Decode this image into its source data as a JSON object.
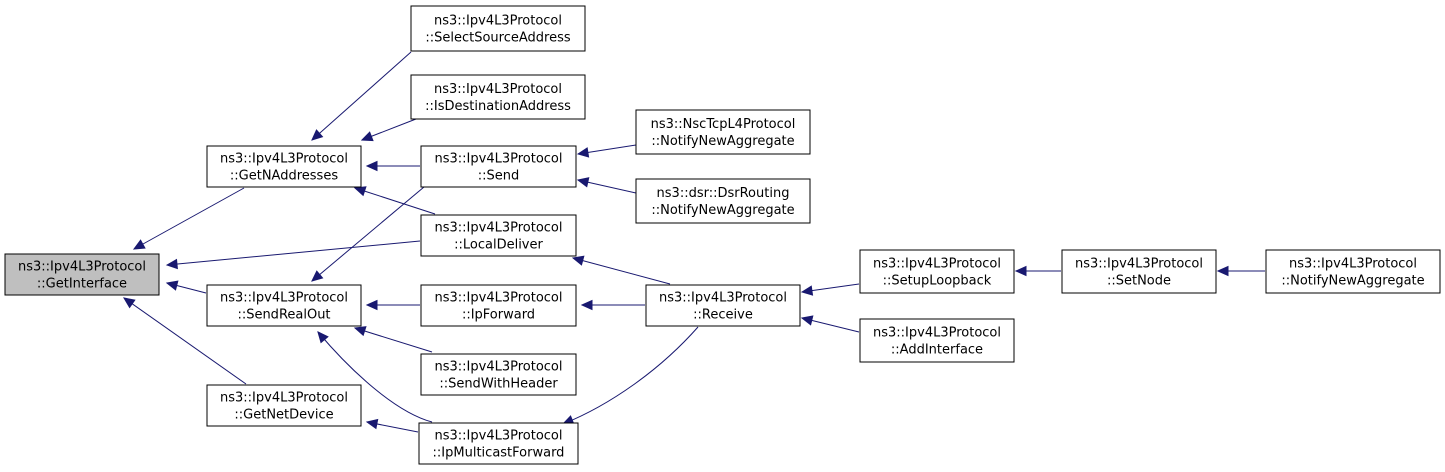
{
  "graph": {
    "nodes": [
      {
        "id": "GetInterface",
        "line1": "ns3::Ipv4L3Protocol",
        "line2": "::GetInterface",
        "root": true
      },
      {
        "id": "GetNAddresses",
        "line1": "ns3::Ipv4L3Protocol",
        "line2": "::GetNAddresses"
      },
      {
        "id": "SendRealOut",
        "line1": "ns3::Ipv4L3Protocol",
        "line2": "::SendRealOut"
      },
      {
        "id": "GetNetDevice",
        "line1": "ns3::Ipv4L3Protocol",
        "line2": "::GetNetDevice"
      },
      {
        "id": "SelectSourceAddress",
        "line1": "ns3::Ipv4L3Protocol",
        "line2": "::SelectSourceAddress"
      },
      {
        "id": "IsDestinationAddress",
        "line1": "ns3::Ipv4L3Protocol",
        "line2": "::IsDestinationAddress"
      },
      {
        "id": "Send",
        "line1": "ns3::Ipv4L3Protocol",
        "line2": "::Send"
      },
      {
        "id": "LocalDeliver",
        "line1": "ns3::Ipv4L3Protocol",
        "line2": "::LocalDeliver"
      },
      {
        "id": "IpForward",
        "line1": "ns3::Ipv4L3Protocol",
        "line2": "::IpForward"
      },
      {
        "id": "SendWithHeader",
        "line1": "ns3::Ipv4L3Protocol",
        "line2": "::SendWithHeader"
      },
      {
        "id": "IpMulticastForward",
        "line1": "ns3::Ipv4L3Protocol",
        "line2": "::IpMulticastForward"
      },
      {
        "id": "NscNotifyNewAggregate",
        "line1": "ns3::NscTcpL4Protocol",
        "line2": "::NotifyNewAggregate"
      },
      {
        "id": "DsrNotifyNewAggregate",
        "line1": "ns3::dsr::DsrRouting",
        "line2": "::NotifyNewAggregate"
      },
      {
        "id": "Receive",
        "line1": "ns3::Ipv4L3Protocol",
        "line2": "::Receive"
      },
      {
        "id": "SetupLoopback",
        "line1": "ns3::Ipv4L3Protocol",
        "line2": "::SetupLoopback"
      },
      {
        "id": "AddInterface",
        "line1": "ns3::Ipv4L3Protocol",
        "line2": "::AddInterface"
      },
      {
        "id": "SetNode",
        "line1": "ns3::Ipv4L3Protocol",
        "line2": "::SetNode"
      },
      {
        "id": "Ipv4NotifyNewAggregate",
        "line1": "ns3::Ipv4L3Protocol",
        "line2": "::NotifyNewAggregate"
      }
    ],
    "edges": [
      {
        "from": "GetNAddresses",
        "to": "GetInterface"
      },
      {
        "from": "LocalDeliver",
        "to": "GetInterface"
      },
      {
        "from": "SendRealOut",
        "to": "GetInterface"
      },
      {
        "from": "GetNetDevice",
        "to": "GetInterface"
      },
      {
        "from": "SelectSourceAddress",
        "to": "GetNAddresses"
      },
      {
        "from": "IsDestinationAddress",
        "to": "GetNAddresses"
      },
      {
        "from": "Send",
        "to": "GetNAddresses"
      },
      {
        "from": "LocalDeliver",
        "to": "GetNAddresses"
      },
      {
        "from": "Send",
        "to": "SendRealOut"
      },
      {
        "from": "IpForward",
        "to": "SendRealOut"
      },
      {
        "from": "SendWithHeader",
        "to": "SendRealOut"
      },
      {
        "from": "IpMulticastForward",
        "to": "SendRealOut"
      },
      {
        "from": "IpMulticastForward",
        "to": "GetNetDevice"
      },
      {
        "from": "NscNotifyNewAggregate",
        "to": "Send"
      },
      {
        "from": "DsrNotifyNewAggregate",
        "to": "Send"
      },
      {
        "from": "Receive",
        "to": "LocalDeliver"
      },
      {
        "from": "Receive",
        "to": "IpForward"
      },
      {
        "from": "Receive",
        "to": "IpMulticastForward"
      },
      {
        "from": "SetupLoopback",
        "to": "Receive"
      },
      {
        "from": "AddInterface",
        "to": "Receive"
      },
      {
        "from": "SetNode",
        "to": "SetupLoopback"
      },
      {
        "from": "Ipv4NotifyNewAggregate",
        "to": "SetNode"
      }
    ]
  }
}
